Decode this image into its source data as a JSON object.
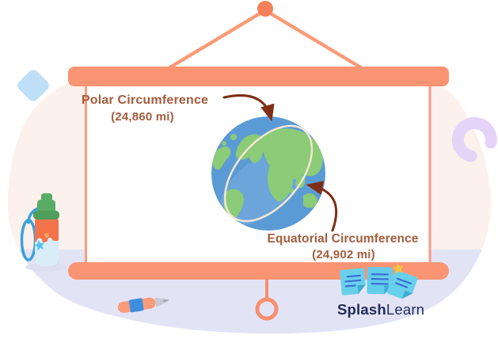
{
  "diagram": {
    "polar": {
      "title": "Polar Circumference",
      "value": "(24,860 mi)"
    },
    "equatorial": {
      "title": "Equatorial Circumference",
      "value": "(24,902 mi)"
    }
  },
  "logo": {
    "part1": "Splash",
    "part2": "Learn"
  },
  "colors": {
    "wall": "#FCF1EC",
    "floor": "#E3E3F6",
    "frame": "#FB9473",
    "frame_dark": "#F5815A",
    "screen_border": "#F99B80",
    "screen_surface": "#FFFFFF",
    "label_text": "#A55C3D",
    "arrow": "#7E2F16",
    "ocean": "#5B9BD5",
    "land": "#8CCB77",
    "great_circle_line": "#F3E6D5",
    "logo_text": "#232B5C",
    "diamond": "#BFDFF8",
    "crescent": "#E6D3F8",
    "sticky_note": "#62CDEB",
    "star_yellow": "#F6C443"
  },
  "decorations": {
    "items": [
      "diamond-decoration",
      "crescent-decoration",
      "water-bottle",
      "fountain-pen",
      "sticky-notes",
      "pull-ring"
    ]
  }
}
